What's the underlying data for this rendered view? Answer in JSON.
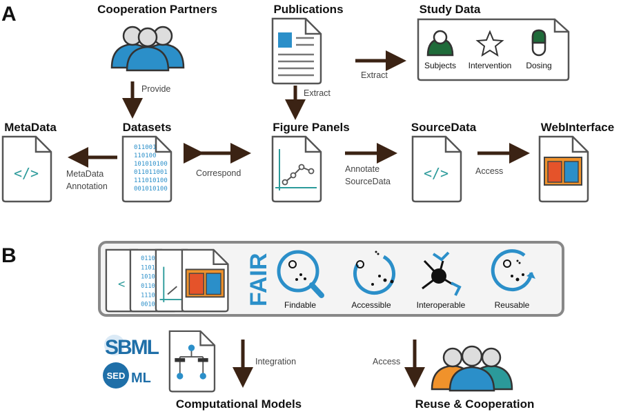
{
  "panels": {
    "a": "A",
    "b": "B"
  },
  "titles": {
    "cooperation_partners": "Cooperation Partners",
    "publications": "Publications",
    "study_data": "Study Data",
    "metadata": "MetaData",
    "datasets": "Datasets",
    "figure_panels": "Figure Panels",
    "sourcedata": "SourceData",
    "webinterface": "WebInterface",
    "computational_models": "Computational Models",
    "reuse_cooperation": "Reuse & Cooperation"
  },
  "study_items": {
    "subjects": "Subjects",
    "intervention": "Intervention",
    "dosing": "Dosing"
  },
  "arrows": {
    "provide": "Provide",
    "extract_top": "Extract",
    "extract_down": "Extract",
    "metadata_annotation_1": "MetaData",
    "metadata_annotation_2": "Annotation",
    "correspond": "Correspond",
    "annotate_1": "Annotate",
    "annotate_2": "SourceData",
    "access_top": "Access",
    "integration": "Integration",
    "access_bottom": "Access"
  },
  "fair": {
    "word": "FAIR",
    "findable": "Findable",
    "accessible": "Accessible",
    "interoperable": "Interoperable",
    "reusable": "Reusable"
  },
  "logos": {
    "sbml": "SBML",
    "sedml_sed": "SED",
    "sedml_ml": "ML"
  },
  "binary_lines": [
    "011001",
    "110100",
    "101010100",
    "011011001",
    "111010100",
    "001010100"
  ],
  "code_tag": "</>",
  "colors": {
    "arrow": "#3b2314",
    "blue": "#2b8fc9",
    "dark_blue": "#1f6fa8",
    "green": "#1f6b3a",
    "orange": "#f0922b",
    "red": "#e5532a",
    "teal": "#2b9a9a",
    "gray_border": "#555555"
  }
}
